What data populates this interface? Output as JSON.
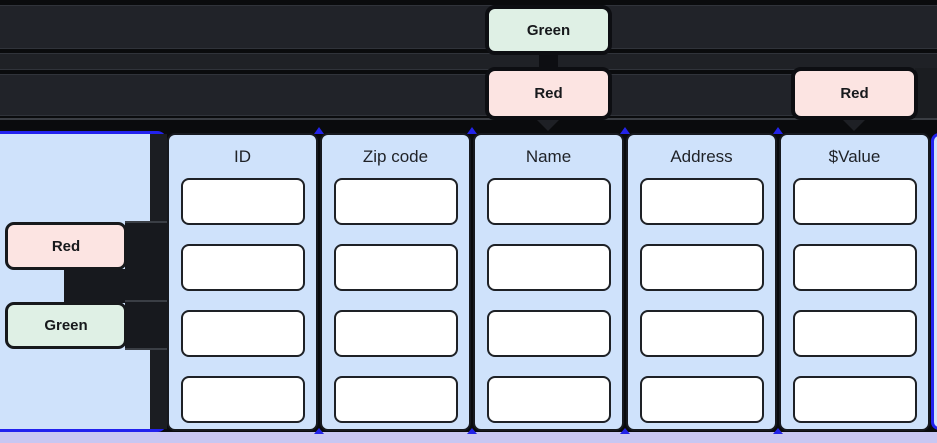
{
  "nodes": {
    "top_green": {
      "label": "Green",
      "color": "#dff0e5"
    },
    "top_red_mid": {
      "label": "Red",
      "color": "#fce4e2"
    },
    "top_red_right": {
      "label": "Red",
      "color": "#fce4e2"
    },
    "left_red": {
      "label": "Red",
      "color": "#fce4e2"
    },
    "left_green": {
      "label": "Green",
      "color": "#dff0e5"
    }
  },
  "table": {
    "columns": [
      {
        "header": "ID"
      },
      {
        "header": "Zip code"
      },
      {
        "header": "Name"
      },
      {
        "header": "Address"
      },
      {
        "header": "$Value"
      }
    ],
    "rows_per_column": 4
  },
  "colors": {
    "background": "#0a0b0d",
    "band_dark": "#212329",
    "panel_blue_fill": "#cfe2fb",
    "selection_blue_border": "#2222ee",
    "column_border_dark": "#17191e",
    "cell_white": "#ffffff",
    "bottom_lavender": "#c8c7f2",
    "badge_text": "#17191c"
  }
}
